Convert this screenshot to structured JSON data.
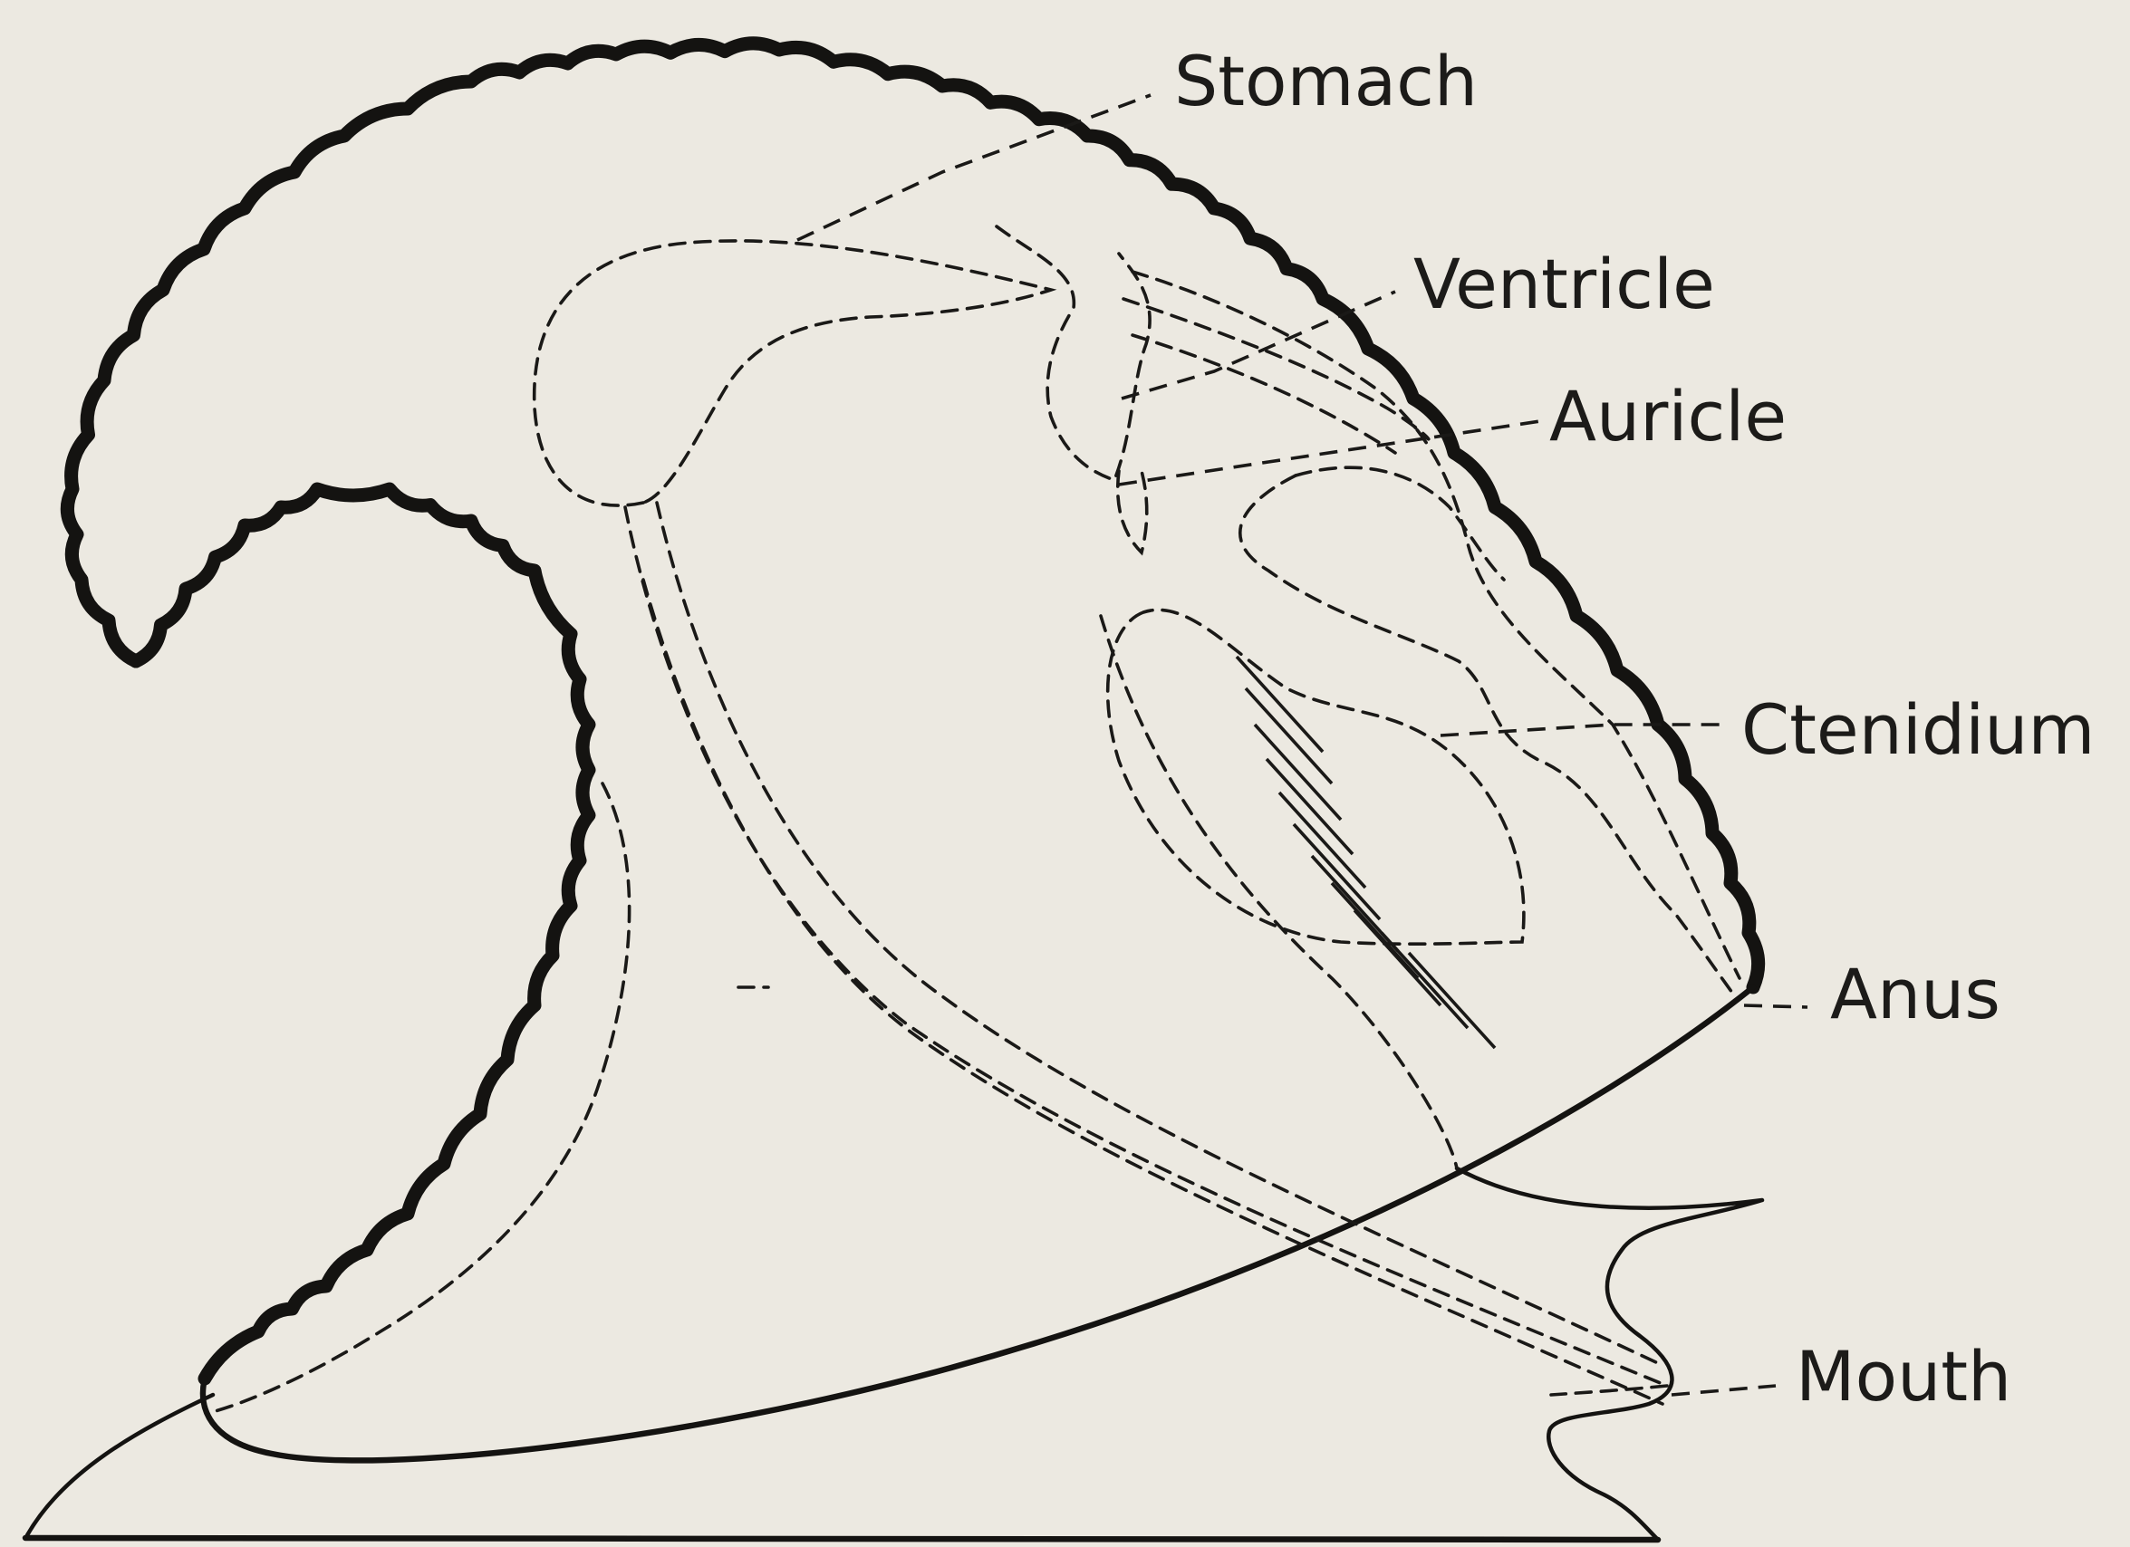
{
  "labels": {
    "stomach": "Stomach",
    "ventricle": "Ventricle",
    "auricle": "Auricle",
    "ctenidium": "Ctenidium",
    "anus": "Anus",
    "mouth": "Mouth"
  },
  "colors": {
    "paper": "#ece9e1",
    "ink": "#141311"
  }
}
